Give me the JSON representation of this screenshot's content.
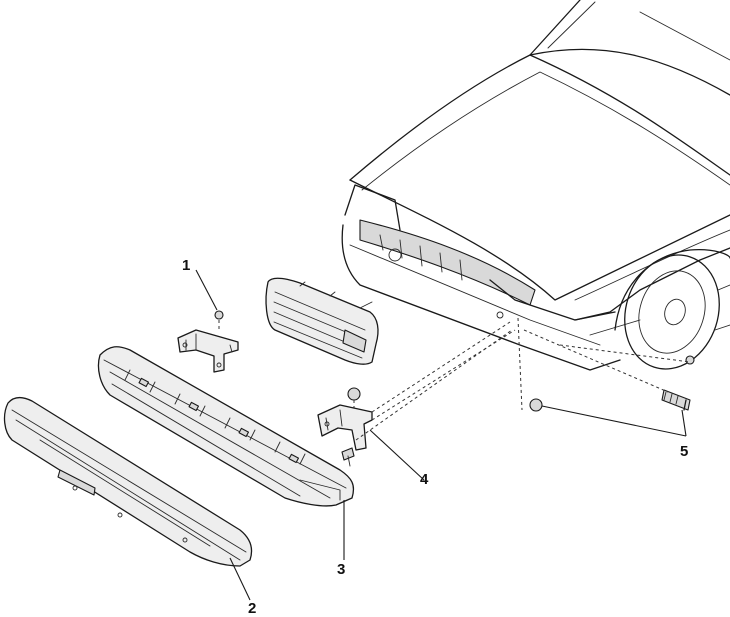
{
  "callouts": [
    {
      "id": "1",
      "label": "1"
    },
    {
      "id": "2",
      "label": "2"
    },
    {
      "id": "3",
      "label": "3"
    },
    {
      "id": "4",
      "label": "4"
    },
    {
      "id": "5",
      "label": "5"
    }
  ],
  "colors": {
    "line": "#1a1a1a",
    "part_fill": "#eeeeee",
    "shade": "#d9d9d9",
    "background": "#ffffff"
  }
}
